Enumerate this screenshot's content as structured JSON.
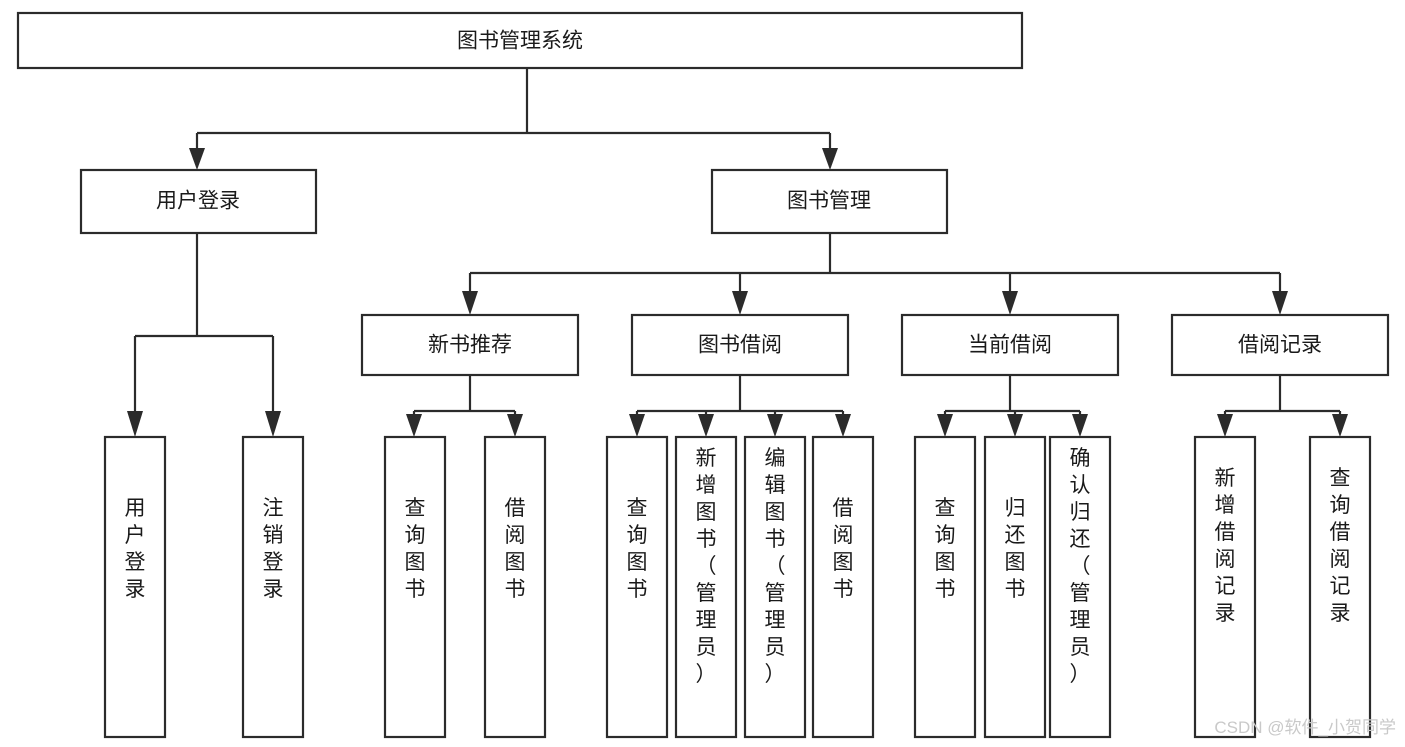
{
  "diagram": {
    "type": "tree-hierarchy-chart",
    "title": "图书管理系统",
    "orientation": "top-down",
    "colors": {
      "stroke": "#2b2b2b",
      "node_fill": "#ffffff",
      "text": "#1a1a1a",
      "background": "#ffffff",
      "watermark": "#c9c9c9"
    },
    "levels": {
      "root": {
        "label": "图书管理系统"
      },
      "level2": [
        {
          "id": "user-login",
          "label": "用户登录"
        },
        {
          "id": "book-management",
          "label": "图书管理"
        }
      ],
      "level3": [
        {
          "id": "new-book-recommend",
          "label": "新书推荐",
          "parent": "book-management"
        },
        {
          "id": "book-borrow",
          "label": "图书借阅",
          "parent": "book-management"
        },
        {
          "id": "current-borrow",
          "label": "当前借阅",
          "parent": "book-management"
        },
        {
          "id": "borrow-record",
          "label": "借阅记录",
          "parent": "book-management"
        }
      ],
      "leaves": [
        {
          "id": "leaf-user-login",
          "label": "用户登录",
          "parent": "user-login"
        },
        {
          "id": "leaf-logout-login",
          "label": "注销登录",
          "parent": "user-login"
        },
        {
          "id": "leaf-query-book-1",
          "label": "查询图书",
          "parent": "new-book-recommend"
        },
        {
          "id": "leaf-borrow-book-1",
          "label": "借阅图书",
          "parent": "new-book-recommend"
        },
        {
          "id": "leaf-query-book-2",
          "label": "查询图书",
          "parent": "book-borrow"
        },
        {
          "id": "leaf-add-book",
          "label": "新增图书（管理员）",
          "parent": "book-borrow"
        },
        {
          "id": "leaf-edit-book",
          "label": "编辑图书（管理员）",
          "parent": "book-borrow"
        },
        {
          "id": "leaf-borrow-book-2",
          "label": "借阅图书",
          "parent": "book-borrow"
        },
        {
          "id": "leaf-query-book-3",
          "label": "查询图书",
          "parent": "current-borrow"
        },
        {
          "id": "leaf-return-book",
          "label": "归还图书",
          "parent": "current-borrow"
        },
        {
          "id": "leaf-confirm-return",
          "label": "确认归还（管理员）",
          "parent": "current-borrow"
        },
        {
          "id": "leaf-add-record",
          "label": "新增借阅记录",
          "parent": "borrow-record"
        },
        {
          "id": "leaf-query-record",
          "label": "查询借阅记录",
          "parent": "borrow-record"
        }
      ]
    },
    "watermark": "CSDN @软件_小贺同学"
  }
}
